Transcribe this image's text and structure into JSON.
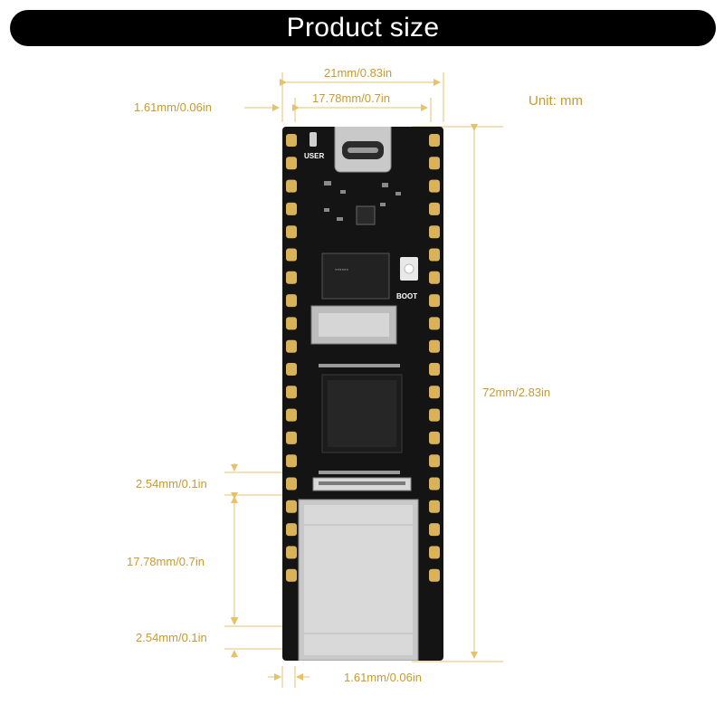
{
  "title": "Product size",
  "unit_label": "Unit: mm",
  "dimensions": {
    "total_width": "21mm/0.83in",
    "pin_span": "17.78mm/0.7in",
    "edge_offset_top": "1.61mm/0.06in",
    "edge_offset_bottom": "1.61mm/0.06in",
    "length": "72mm/2.83in",
    "pitch_upper": "2.54mm/0.1in",
    "connector_span": "17.78mm/0.7in",
    "pitch_lower": "2.54mm/0.1in"
  },
  "board_labels": {
    "user": "USER",
    "boot": "BOOT"
  },
  "colors": {
    "banner": "#000000",
    "dimension_text": "#c99a2e",
    "dimension_line": "#e6c36a",
    "pcb": "#141414",
    "pad": "#d9b25a"
  }
}
